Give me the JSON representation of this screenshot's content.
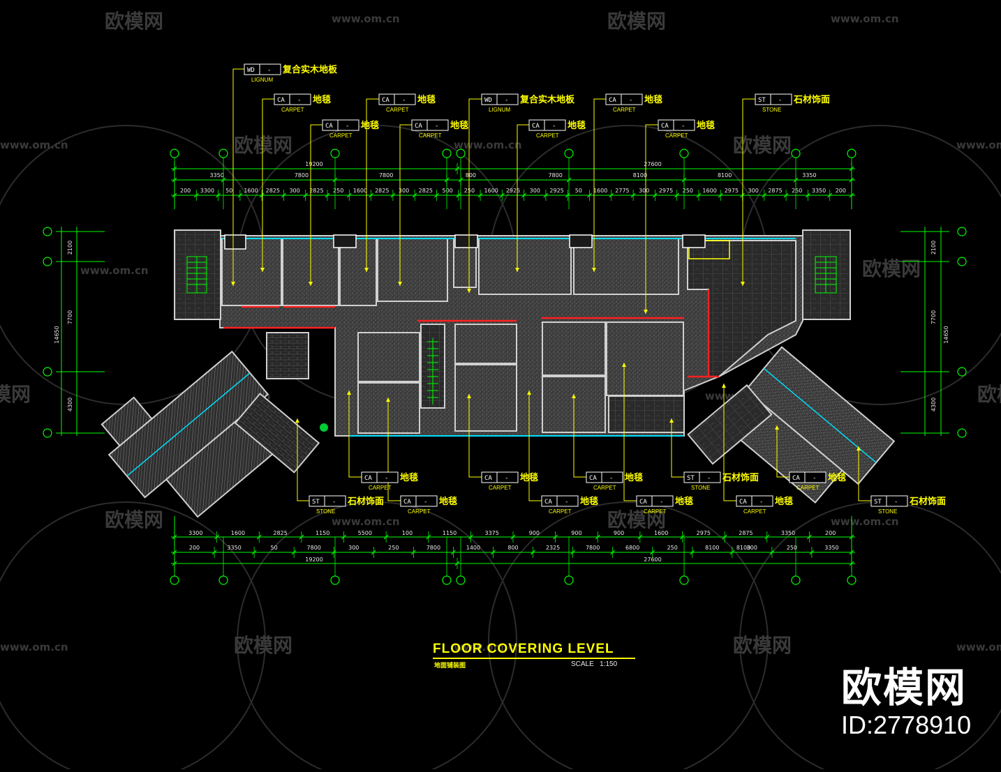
{
  "drawing": {
    "title": "FLOOR COVERING LEVEL",
    "subtitle_cn": "地面铺装图",
    "scale_label": "SCALE",
    "scale_value": "1:150"
  },
  "branding": {
    "name": "欧模网",
    "id_label": "ID:2778910",
    "watermark_text": "欧模网",
    "watermark_url": "www.om.cn"
  },
  "materials": {
    "wood": {
      "code": "WD",
      "sub": "LIGNUM",
      "name_cn": "复合实木地板"
    },
    "carpet": {
      "code": "CA",
      "sub": "CARPET",
      "name_cn": "地毯"
    },
    "stone": {
      "code": "ST",
      "sub": "STONE",
      "name_cn": "石材饰面"
    },
    "dash": "-"
  },
  "dimensions": {
    "top_total_1": "19200",
    "top_total_2": "27600",
    "top_row1": [
      "3350",
      "7800",
      "7800",
      "800",
      "7800",
      "8100",
      "8100",
      "3350"
    ],
    "top_row2": [
      "200",
      "3300",
      "50",
      "1600",
      "2825",
      "300",
      "2825",
      "250",
      "1600",
      "2825",
      "300",
      "2825",
      "500",
      "250",
      "1600",
      "2925",
      "300",
      "2925",
      "50",
      "1600",
      "2775",
      "300",
      "2975",
      "250",
      "1600",
      "2975",
      "300",
      "2875",
      "250",
      "3350",
      "200"
    ],
    "bottom_row1": [
      "3300",
      "1600",
      "2825",
      "1150",
      "5500",
      "100",
      "1150",
      "3375",
      "900",
      "900",
      "900",
      "1600",
      "2975",
      "2875",
      "3350",
      "200"
    ],
    "bottom_row2": [
      "200",
      "3350",
      "50",
      "7800",
      "300",
      "250",
      "7800",
      "1400",
      "800",
      "2325",
      "7800",
      "6800",
      "250",
      "8100",
      "300",
      "250",
      "3350"
    ],
    "bottom_total": [
      "19200",
      "27600",
      "8100"
    ],
    "left_side": [
      "2100",
      "7700",
      "14650",
      "4300"
    ],
    "right_side": [
      "2100",
      "7700",
      "14650",
      "4300"
    ]
  },
  "colors": {
    "background": "#000000",
    "dimension_line": "#00ff00",
    "annotation": "#ffff00",
    "wall_accent": "#00e0ff",
    "fire_line": "#ff2020",
    "floor_fill": "#4a4a4a"
  }
}
